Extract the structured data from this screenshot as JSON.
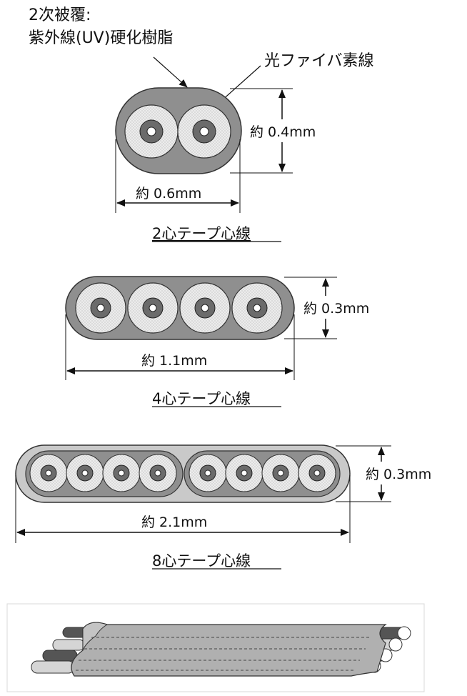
{
  "callouts": {
    "coating_line1": "2次被覆:",
    "coating_line2": "紫外線(UV)硬化樹脂",
    "fiber": "光ファイバ素線"
  },
  "ribbon2": {
    "height_label": "約 0.4mm",
    "width_label": "約 0.6mm",
    "caption": "2心テープ心線"
  },
  "ribbon4": {
    "height_label": "約 0.3mm",
    "width_label": "約 1.1mm",
    "caption": "4心テープ心線"
  },
  "ribbon8": {
    "height_label": "約 0.3mm",
    "width_label": "約 2.1mm",
    "caption": "8心テープ心線"
  },
  "colors": {
    "coating": "#8f8f8f",
    "coating_light": "#c9c9c9",
    "cladding": "#e8e8e8",
    "core_ring": "#6b6b6b",
    "dim_line": "#111111"
  }
}
